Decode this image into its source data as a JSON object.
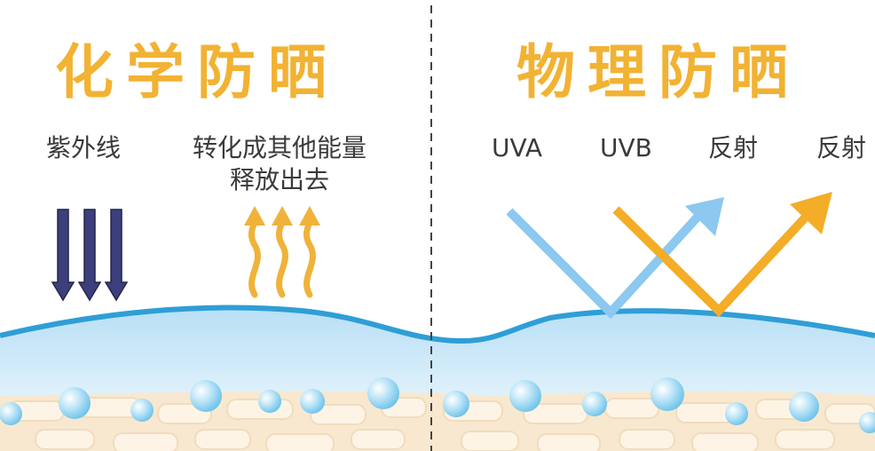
{
  "left_panel": {
    "title": "化学防晒",
    "label_uv": "紫外线",
    "label_convert_line1": "转化成其他能量",
    "label_convert_line2": "释放出去"
  },
  "right_panel": {
    "title": "物理防晒",
    "label_uva": "UVA",
    "label_uvb": "UVB",
    "label_reflect_1": "反射",
    "label_reflect_2": "反射"
  },
  "colors": {
    "title": "#f2b233",
    "uv_arrow": "#3d3f7c",
    "heat_arrow": "#f0b23a",
    "uva_ray": "#8cc8ef",
    "uvb_ray": "#f3ad27",
    "skin_line": "#2f9ed6",
    "skin_water": "#c9e7f7",
    "skin_base": "#f8e8cf",
    "bubble": "#9fd8f4",
    "divider": "#444444"
  },
  "icons": {
    "uv_arrows": "down-arrow-icon",
    "heat_arrows": "wavy-up-arrow-icon",
    "uva_ray": "reflect-arrow-icon",
    "uvb_ray": "reflect-arrow-icon",
    "bubbles": "bubble-icon"
  }
}
